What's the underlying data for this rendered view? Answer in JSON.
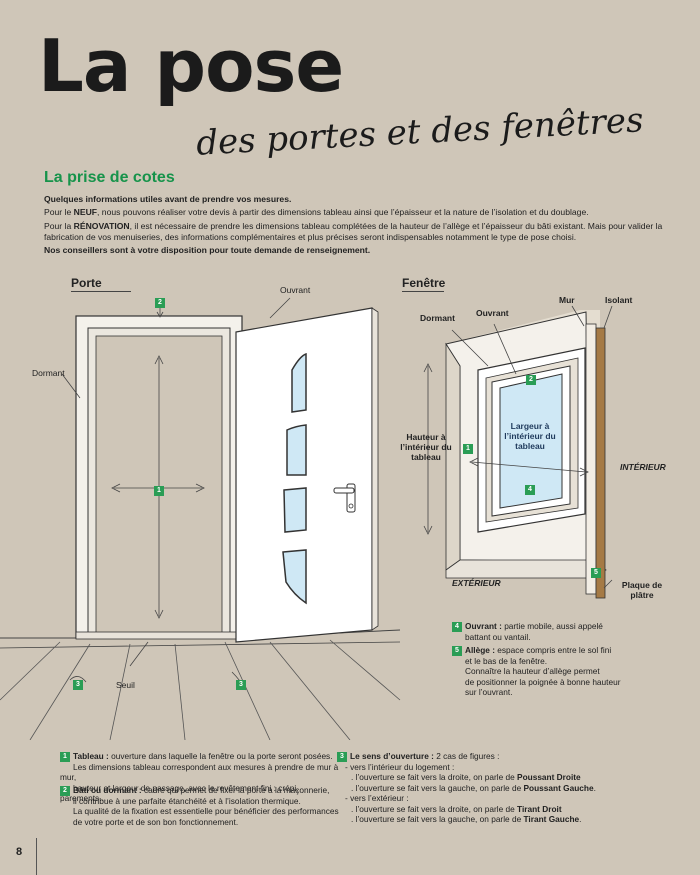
{
  "header": {
    "title": "La pose",
    "subtitle": "des portes et des fenêtres"
  },
  "section": {
    "title": "La prise de cotes",
    "intro_bold": "Quelques informations utiles avant de prendre vos mesures.",
    "p1_pre": "Pour le ",
    "p1_bold": "NEUF",
    "p1_post": ", nous pouvons réaliser votre devis à partir des dimensions tableau ainsi que l’épaisseur et la nature de l’isolation et du doublage.",
    "p2_pre": "Pour la ",
    "p2_bold": "RÉNOVATION",
    "p2_post": ", il est nécessaire de prendre les dimensions tableau complétées de la hauteur de l’allège et l’épaisseur du bâti existant. Mais pour valider la fabrication de vos menuiseries, des informations complémentaires et plus précises seront indispensables notamment le type de pose choisi.",
    "p3_bold": "Nos conseillers sont à votre disposition pour toute demande de renseignement."
  },
  "door_diagram": {
    "title": "Porte",
    "label_ouvrant": "Ouvrant",
    "label_dormant": "Dormant",
    "label_seuil": "Seuil"
  },
  "window_diagram": {
    "title": "Fenêtre",
    "label_mur": "Mur",
    "label_isolant": "Isolant",
    "label_dormant": "Dormant",
    "label_ouvrant": "Ouvrant",
    "label_hauteur": "Hauteur à l’intérieur du tableau",
    "label_largeur": "Largeur à l’intérieur du tableau",
    "label_interieur": "INTÉRIEUR",
    "label_exterieur": "EXTÉRIEUR",
    "label_plaque": "Plaque de plâtre"
  },
  "badges": {
    "b1": "1",
    "b2": "2",
    "b3": "3",
    "b4": "4",
    "b5": "5"
  },
  "notes": {
    "ouvrant_bold": "Ouvrant :",
    "ouvrant_text1": " partie mobile, aussi appelé",
    "ouvrant_text2": "battant ou vantail.",
    "allege_bold": "Allège :",
    "allege_text1": " espace compris entre le sol fini",
    "allege_text2": "et le bas de la fenêtre.",
    "allege_text3": "Connaître la hauteur d’allège permet",
    "allege_text4": "de positionner la poignée à bonne hauteur",
    "allege_text5": "sur l’ouvrant."
  },
  "legend": {
    "tableau_bold": "Tableau :",
    "tableau_text1": " ouverture dans laquelle la fenêtre ou la porte seront posées.",
    "tableau_text2": "Les dimensions tableau correspondent aux mesures à prendre de mur à mur,",
    "tableau_text3": "hauteur et largeur de passage, avec le revêtement fini : crépi, parements...",
    "bati_bold": "Bâti ou dormant :",
    "bati_text1": " cadre qui permet de fixer la porte à la maçonnerie,",
    "bati_text2": "il contribue à une parfaite étanchéité et à l’isolation thermique.",
    "bati_text3": "La qualité de la fixation est essentielle pour bénéficier des performances",
    "bati_text4": "de votre porte et de son bon fonctionnement.",
    "sens_bold": "Le sens d’ouverture :",
    "sens_text": " 2 cas de figures :",
    "int_head": "- vers l’intérieur du logement :",
    "int_l1_pre": ". l’ouverture se fait vers la droite, on parle de ",
    "int_l1_bold": "Poussant Droite",
    "int_l2_pre": ". l’ouverture se fait vers la gauche, on parle de ",
    "int_l2_bold": "Poussant Gauche",
    "ext_head": "- vers l’extérieur :",
    "ext_l1_pre": ". l’ouverture se fait vers la droite, on parle de ",
    "ext_l1_bold": "Tirant Droit",
    "ext_l2_pre": ". l’ouverture se fait vers la gauche, on parle de ",
    "ext_l2_bold": "Tirant Gauche",
    "period": "."
  },
  "footer": {
    "page_number": "8"
  },
  "colors": {
    "background": "#cfc6b8",
    "accent_green": "#16934a",
    "badge_green": "#2a9d55"
  }
}
